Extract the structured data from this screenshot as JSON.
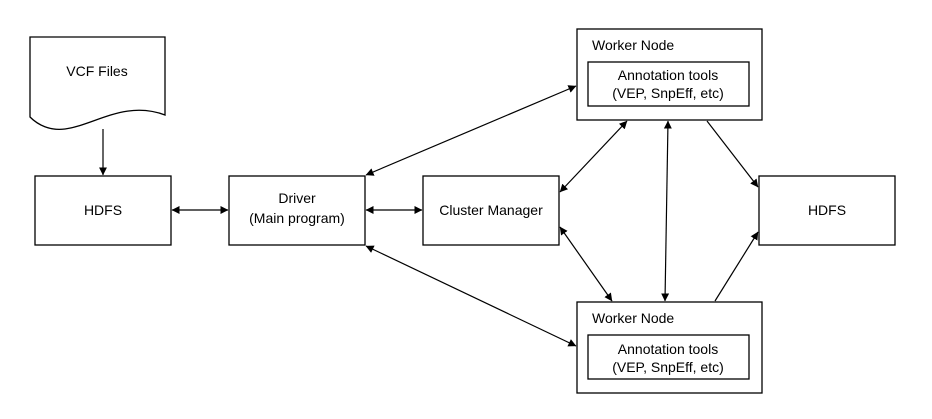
{
  "nodes": {
    "vcf_files": "VCF Files",
    "hdfs_left": "HDFS",
    "driver_line1": "Driver",
    "driver_line2": "(Main program)",
    "cluster_manager": "Cluster Manager",
    "hdfs_right": "HDFS",
    "worker_top": {
      "title": "Worker Node",
      "tools_line1": "Annotation tools",
      "tools_line2": "(VEP, SnpEff, etc)"
    },
    "worker_bottom": {
      "title": "Worker Node",
      "tools_line1": "Annotation tools",
      "tools_line2": "(VEP, SnpEff, etc)"
    }
  },
  "colors": {
    "stroke": "#000000",
    "background": "#ffffff"
  }
}
